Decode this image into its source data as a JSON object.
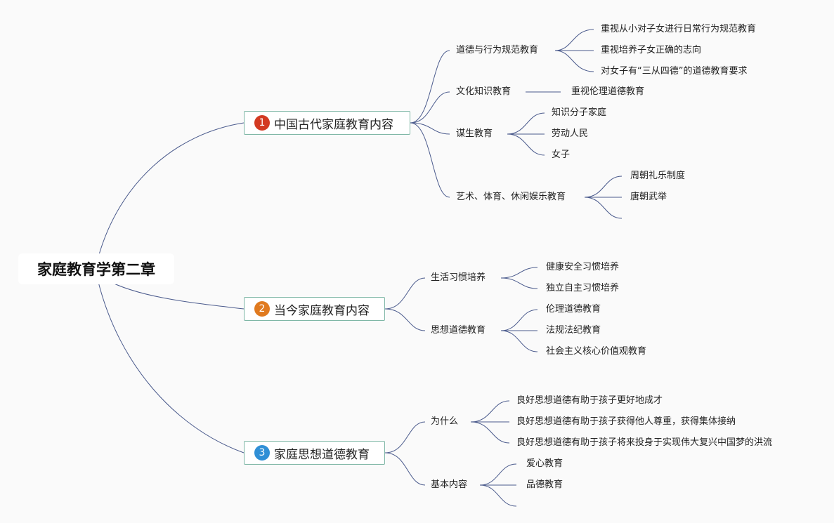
{
  "root": {
    "label": "家庭教育学第二章"
  },
  "colors": {
    "link": "#4a5a8c",
    "border": "#7fb7a6",
    "n1": "#d33a22",
    "n2": "#e07a1f",
    "n3": "#2f8fd6"
  },
  "b1": {
    "num": "1",
    "label": "中国古代家庭教育内容",
    "s1": {
      "label": "道德与行为规范教育",
      "l1": "重视从小对子女进行日常行为规范教育",
      "l2": "重视培养子女正确的志向",
      "l3": "对女子有“三从四德”的道德教育要求"
    },
    "s2": {
      "label": "文化知识教育",
      "l1": "重视伦理道德教育"
    },
    "s3": {
      "label": "谋生教育",
      "l1": "知识分子家庭",
      "l2": "劳动人民",
      "l3": "女子"
    },
    "s4": {
      "label": "艺术、体育、休闲娱乐教育",
      "l1": "周朝礼乐制度",
      "l2": "唐朝武举"
    }
  },
  "b2": {
    "num": "2",
    "label": "当今家庭教育内容",
    "s1": {
      "label": "生活习惯培养",
      "l1": "健康安全习惯培养",
      "l2": "独立自主习惯培养"
    },
    "s2": {
      "label": "思想道德教育",
      "l1": "伦理道德教育",
      "l2": "法规法纪教育",
      "l3": "社会主义核心价值观教育"
    }
  },
  "b3": {
    "num": "3",
    "label": "家庭思想道德教育",
    "s1": {
      "label": "为什么",
      "l1": "良好思想道德有助于孩子更好地成才",
      "l2": "良好思想道德有助于孩子获得他人尊重，获得集体接纳",
      "l3": "良好思想道德有助于孩子将来投身于实现伟大复兴中国梦的洪流"
    },
    "s2": {
      "label": "基本内容",
      "l1": "爱心教育",
      "l2": "品德教育"
    }
  }
}
